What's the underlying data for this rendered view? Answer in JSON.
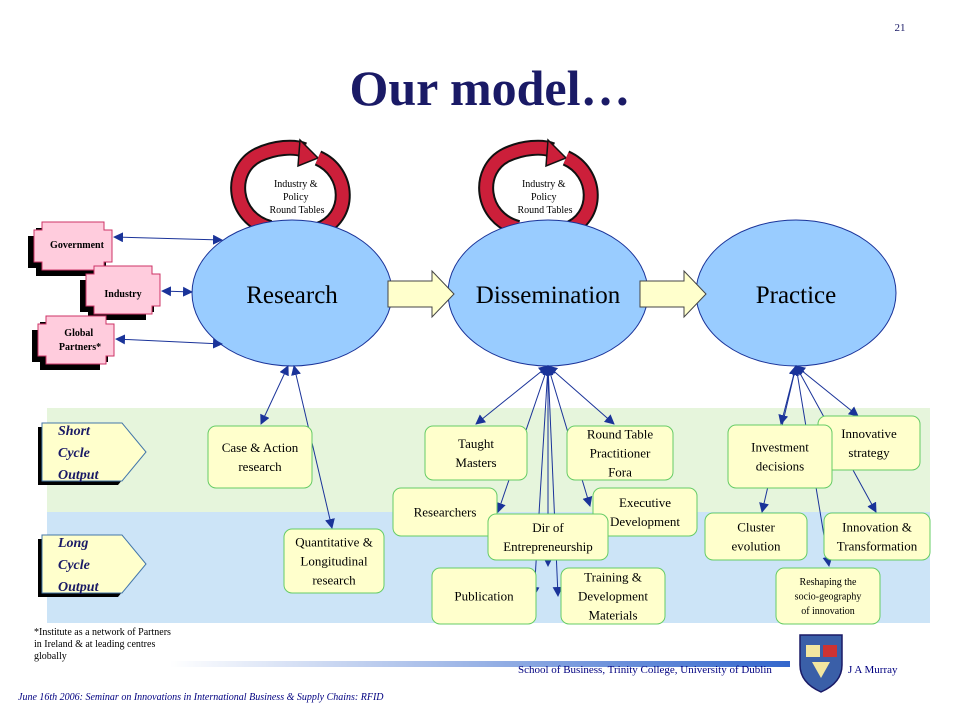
{
  "slide": {
    "page_number": "21",
    "title": "Our model…",
    "footnote": "*Institute as a network of Partners in Ireland & at leading centres globally",
    "footer_left": "June 16th 2006: Seminar on Innovations in  International Business & Supply Chains: RFID",
    "footer_school": "School of Business, Trinity College,  University of Dublin",
    "footer_author": "J A Murray"
  },
  "partners": [
    {
      "label": "Government"
    },
    {
      "label": "Industry"
    },
    {
      "label": "Global Partners*"
    }
  ],
  "stages": [
    {
      "label": "Research"
    },
    {
      "label": "Dissemination"
    },
    {
      "label": "Practice"
    }
  ],
  "round_tables": [
    {
      "lines": [
        "Industry &",
        "Policy",
        "Round Tables"
      ]
    },
    {
      "lines": [
        "Industry &",
        "Policy",
        "Round Tables"
      ]
    }
  ],
  "bands": [
    {
      "lines": [
        "Short",
        "Cycle",
        "Output"
      ]
    },
    {
      "lines": [
        "Long",
        "Cycle",
        "Output"
      ]
    }
  ],
  "outputs": {
    "case_action": [
      "Case & Action",
      "research"
    ],
    "quantitative": [
      "Quantitative &",
      "Longitudinal",
      "research"
    ],
    "taught_masters": [
      "Taught",
      "Masters"
    ],
    "round_table_fora": [
      "Round Table",
      "Practitioner",
      "Fora"
    ],
    "researchers": [
      "Researchers"
    ],
    "executive_dev": [
      "Executive",
      "Development"
    ],
    "dir_entrepreneurship": [
      "Dir of",
      "Entrepreneurship"
    ],
    "publication": [
      "Publication"
    ],
    "training_materials": [
      "Training  &",
      "Development",
      "Materials"
    ],
    "investment_decisions": [
      "Investment",
      "decisions"
    ],
    "innovative_strategy": [
      "Innovative",
      "strategy"
    ],
    "cluster_evolution": [
      "Cluster",
      "evolution"
    ],
    "innovation_transformation": [
      "Innovation &",
      "Transformation"
    ],
    "reshaping": [
      "Reshaping the",
      "socio-geography",
      "of innovation"
    ]
  },
  "colors": {
    "title": "#1a1a66",
    "ellipse": "#99ccff",
    "box_fill": "#ffffcc",
    "box_border": "#66cc66",
    "short_band": "#e6f5dc",
    "long_band": "#cce4f7",
    "partner_fill": "#ffccdd",
    "partner_border": "#cc3366",
    "arrow_fill": "#ffffcc",
    "round_arrow": "#cc1f3a",
    "connector": "#1a3399"
  }
}
